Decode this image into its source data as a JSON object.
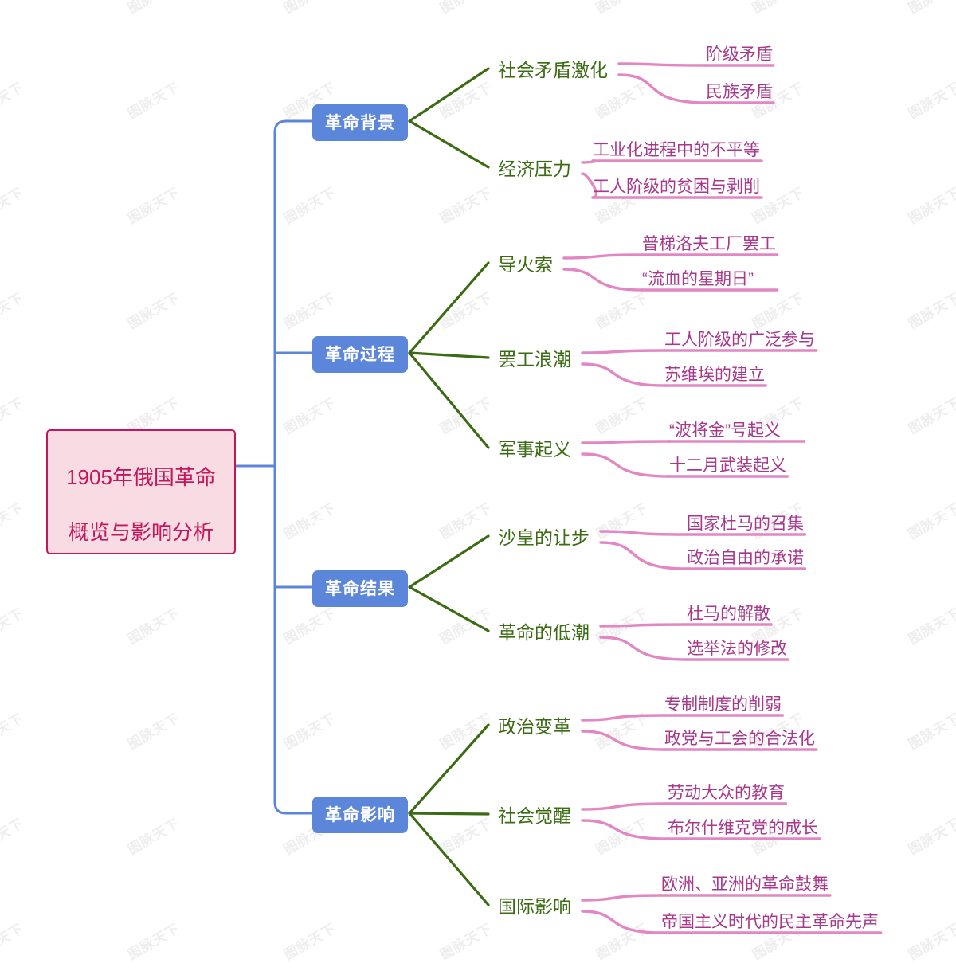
{
  "diagram": {
    "type": "mindmap",
    "title": "1905年俄国革命概览与影响分析",
    "watermark_text": "图脉天下",
    "colors": {
      "root_text": "#c2185b",
      "root_fill": "#f9dbe4",
      "root_border": "#c2185b",
      "branch_fill": "#5b86d9",
      "branch_text": "#ffffff",
      "trunk_line": "#5b86d9",
      "sub_text": "#3b6b13",
      "sub_line": "#3b6b13",
      "leaf_text": "#a8388c",
      "leaf_line": "#e287c4",
      "background": "#ffffff"
    },
    "root": {
      "line1": "1905年俄国革命",
      "line2": "概览与影响分析"
    },
    "branches": [
      {
        "label": "革命背景",
        "children": [
          {
            "label": "社会矛盾激化",
            "leaves": [
              "阶级矛盾",
              "民族矛盾"
            ]
          },
          {
            "label": "经济压力",
            "leaves": [
              "工业化进程中的不平等",
              "工人阶级的贫困与剥削"
            ]
          }
        ]
      },
      {
        "label": "革命过程",
        "children": [
          {
            "label": "导火索",
            "leaves": [
              "普梯洛夫工厂罢工",
              "“流血的星期日”"
            ]
          },
          {
            "label": "罢工浪潮",
            "leaves": [
              "工人阶级的广泛参与",
              "苏维埃的建立"
            ]
          },
          {
            "label": "军事起义",
            "leaves": [
              "“波将金”号起义",
              "十二月武装起义"
            ]
          }
        ]
      },
      {
        "label": "革命结果",
        "children": [
          {
            "label": "沙皇的让步",
            "leaves": [
              "国家杜马的召集",
              "政治自由的承诺"
            ]
          },
          {
            "label": "革命的低潮",
            "leaves": [
              "杜马的解散",
              "选举法的修改"
            ]
          }
        ]
      },
      {
        "label": "革命影响",
        "children": [
          {
            "label": "政治变革",
            "leaves": [
              "专制制度的削弱",
              "政党与工会的合法化"
            ]
          },
          {
            "label": "社会觉醒",
            "leaves": [
              "劳动大众的教育",
              "布尔什维克党的成长"
            ]
          },
          {
            "label": "国际影响",
            "leaves": [
              "欧洲、亚洲的革命鼓舞",
              "帝国主义时代的民主革命先声"
            ]
          }
        ]
      }
    ]
  }
}
